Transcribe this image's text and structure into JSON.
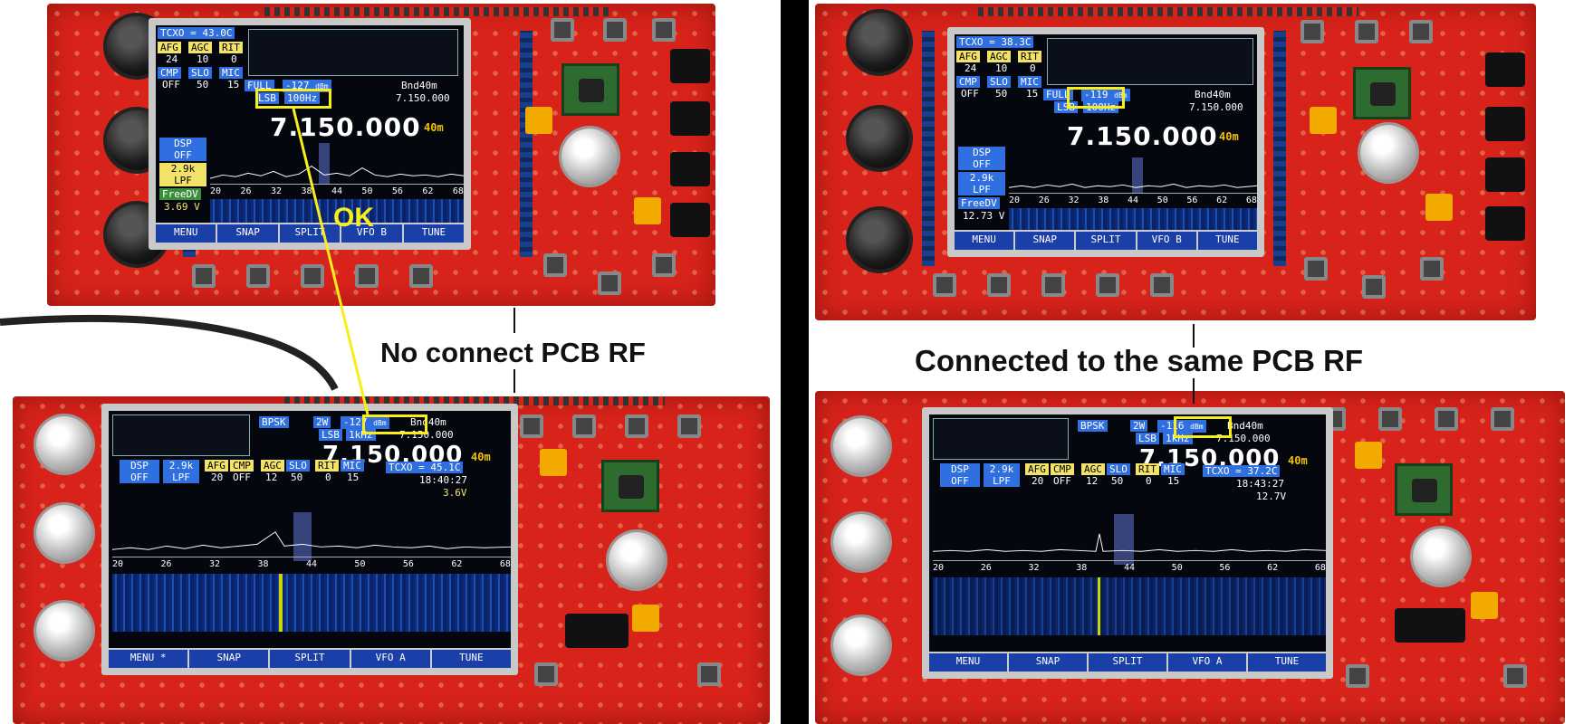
{
  "captions": {
    "left": "No connect PCB RF",
    "right": "Connected to the same PCB RF",
    "ok": "OK"
  },
  "colors": {
    "pcb": "#d8231b",
    "highlight": "#f7ee1a",
    "screen_blue": "#2f6fe0",
    "waterfall": "#1b4fb0"
  },
  "left_top": {
    "tcxo": "TCXO = 43.0C",
    "afg_label": "AFG",
    "agc_label": "AGC",
    "rit_label": "RIT",
    "afg_val": "24",
    "agc_val": "10",
    "rit_val": "0",
    "cmp_label": "CMP",
    "slo_label": "SLO",
    "mic_label": "MIC",
    "cmp_val": "OFF",
    "slo_val": "50",
    "mic_val": "15",
    "filter": "FULL",
    "dbm": "-127",
    "dbm_unit": "dBm",
    "band": "Bnd40m",
    "mode": "LSB",
    "step": "100Hz",
    "small_freq": "7.150.000",
    "freq": "7.150.000",
    "band_small": "40m",
    "dsp": "DSP",
    "dsp_val": "OFF",
    "bw": "2.9k",
    "lpf": "LPF",
    "freedv": "FreeDV",
    "volts": "3.69 V",
    "scale": [
      "20",
      "26",
      "32",
      "38",
      "44",
      "50",
      "56",
      "62",
      "68"
    ],
    "softkeys": [
      "MENU",
      "SNAP",
      "SPLIT",
      "VFO B",
      "TUNE"
    ]
  },
  "right_top": {
    "tcxo": "TCXO = 38.3C",
    "afg_label": "AFG",
    "agc_label": "AGC",
    "rit_label": "RIT",
    "afg_val": "24",
    "agc_val": "10",
    "rit_val": "0",
    "cmp_label": "CMP",
    "slo_label": "SLO",
    "mic_label": "MIC",
    "cmp_val": "OFF",
    "slo_val": "50",
    "mic_val": "15",
    "filter": "FULL",
    "dbm": "-119",
    "dbm_unit": "dBm",
    "band": "Bnd40m",
    "mode": "LSB",
    "step": "100Hz",
    "small_freq": "7.150.000",
    "freq": "7.150.000",
    "band_small": "40m",
    "dsp": "DSP",
    "dsp_val": "OFF",
    "bw": "2.9k",
    "lpf": "LPF",
    "freedv": "FreeDV",
    "volts": "12.73 V",
    "scale": [
      "20",
      "26",
      "32",
      "38",
      "44",
      "50",
      "56",
      "62",
      "68"
    ],
    "softkeys": [
      "MENU",
      "SNAP",
      "SPLIT",
      "VFO B",
      "TUNE"
    ]
  },
  "left_bottom": {
    "mode2": "BPSK",
    "pwr": "2W",
    "dbm": "-127",
    "dbm_unit": "dBm",
    "band": "Bnd40m",
    "mode": "LSB",
    "step": "1kHz",
    "small_freq": "7.150.000",
    "freq": "7.150.000",
    "band_small": "40m",
    "dsp": "DSP",
    "dsp_val": "OFF",
    "bw": "2.9k",
    "lpf": "LPF",
    "afg_label": "AFG",
    "cmp_label": "CMP",
    "afg_val": "20",
    "cmp_val": "OFF",
    "agc_label": "AGC",
    "slo_label": "SLO",
    "agc_val": "12",
    "slo_val": "50",
    "rit_label": "RIT",
    "mic_label": "MIC",
    "rit_val": "0",
    "mic_val": "15",
    "tcxo": "TCXO = 45.1C",
    "time": "18:40:27",
    "volts": "3.6V",
    "scale": [
      "20",
      "26",
      "32",
      "38",
      "44",
      "50",
      "56",
      "62",
      "68"
    ],
    "softkeys": [
      "MENU *",
      "SNAP",
      "SPLIT",
      "VFO A",
      "TUNE"
    ]
  },
  "right_bottom": {
    "mode2": "BPSK",
    "pwr": "2W",
    "dbm": "-116",
    "dbm_unit": "dBm",
    "band": "Bnd40m",
    "mode": "LSB",
    "step": "1kHz",
    "small_freq": "7.150.000",
    "freq": "7.150.000",
    "band_small": "40m",
    "dsp": "DSP",
    "dsp_val": "OFF",
    "bw": "2.9k",
    "lpf": "LPF",
    "afg_label": "AFG",
    "cmp_label": "CMP",
    "afg_val": "20",
    "cmp_val": "OFF",
    "agc_label": "AGC",
    "slo_label": "SLO",
    "agc_val": "12",
    "slo_val": "50",
    "rit_label": "RIT",
    "mic_label": "MIC",
    "rit_val": "0",
    "mic_val": "15",
    "tcxo": "TCXO = 37.2C",
    "time": "18:43:27",
    "volts": "12.7V",
    "scale": [
      "20",
      "26",
      "32",
      "38",
      "44",
      "50",
      "56",
      "62",
      "68"
    ],
    "softkeys": [
      "MENU",
      "SNAP",
      "SPLIT",
      "VFO A",
      "TUNE"
    ]
  }
}
